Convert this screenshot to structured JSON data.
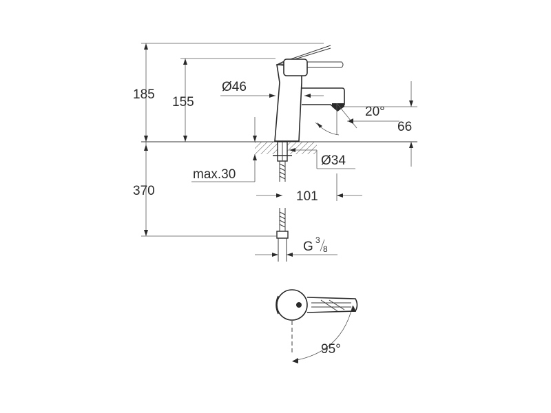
{
  "dimensions": {
    "total_height": "185",
    "spout_height": "155",
    "body_diameter": "Ø46",
    "swivel_angle": "20°",
    "spout_offset": "66",
    "max_thickness": "max.30",
    "hole_diameter": "Ø34",
    "projection": "101",
    "hose_length": "370",
    "thread_g": "G",
    "thread_num": "3",
    "thread_den": "8",
    "lever_angle": "95°"
  },
  "colors": {
    "line": "#3a3a3a",
    "text": "#2a2a2a",
    "background": "#ffffff"
  }
}
